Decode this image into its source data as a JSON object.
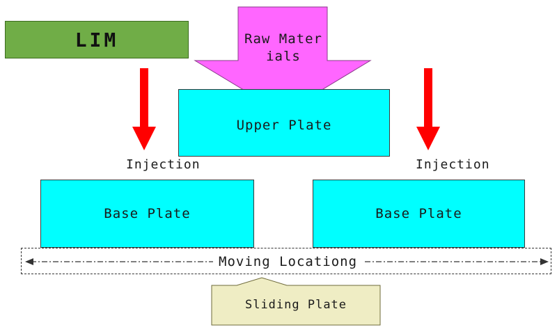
{
  "lim": {
    "label": "LIM",
    "color": "#70ad47"
  },
  "raw_materials": {
    "label": "Raw Materials",
    "color": "#ff66ff"
  },
  "upper_plate": {
    "label": "Upper Plate",
    "color": "#00ffff"
  },
  "injection_left": {
    "label": "Injection"
  },
  "injection_right": {
    "label": "Injection"
  },
  "base_plate_left": {
    "label": "Base Plate",
    "color": "#00ffff"
  },
  "base_plate_right": {
    "label": "Base Plate",
    "color": "#00ffff"
  },
  "moving_location": {
    "label": "Moving Locationg"
  },
  "sliding_plate": {
    "label": "Sliding Plate",
    "color": "#efedc4"
  },
  "arrow_color": "#ff0000"
}
